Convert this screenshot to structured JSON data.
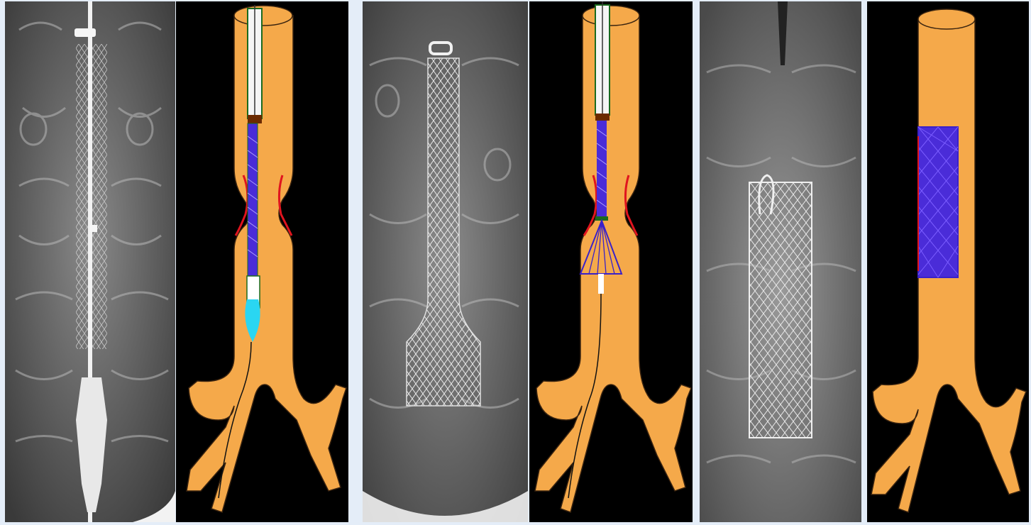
{
  "figure": {
    "panel_count": 6,
    "background_color": "#e4edf8",
    "panels": [
      {
        "kind": "xray",
        "stage": "delivery-system-in-aorta"
      },
      {
        "kind": "schematic",
        "stage": "delivery-system-in-aorta"
      },
      {
        "kind": "xray",
        "stage": "partially-expanded-stent"
      },
      {
        "kind": "schematic",
        "stage": "partially-expanded-stent"
      },
      {
        "kind": "xray",
        "stage": "fully-deployed-stent"
      },
      {
        "kind": "schematic",
        "stage": "fully-deployed-stent"
      }
    ],
    "colors": {
      "aorta": "#f5a94a",
      "aorta_outline": "#3a2410",
      "stent_mesh": "#3a21c8",
      "stent_fill": "#4a2cd8",
      "stenosis_edge": "#e0141e",
      "balloon": "#2ad6f2",
      "catheter_outline": "#1a6b1e",
      "schematic_background": "#000000"
    }
  }
}
